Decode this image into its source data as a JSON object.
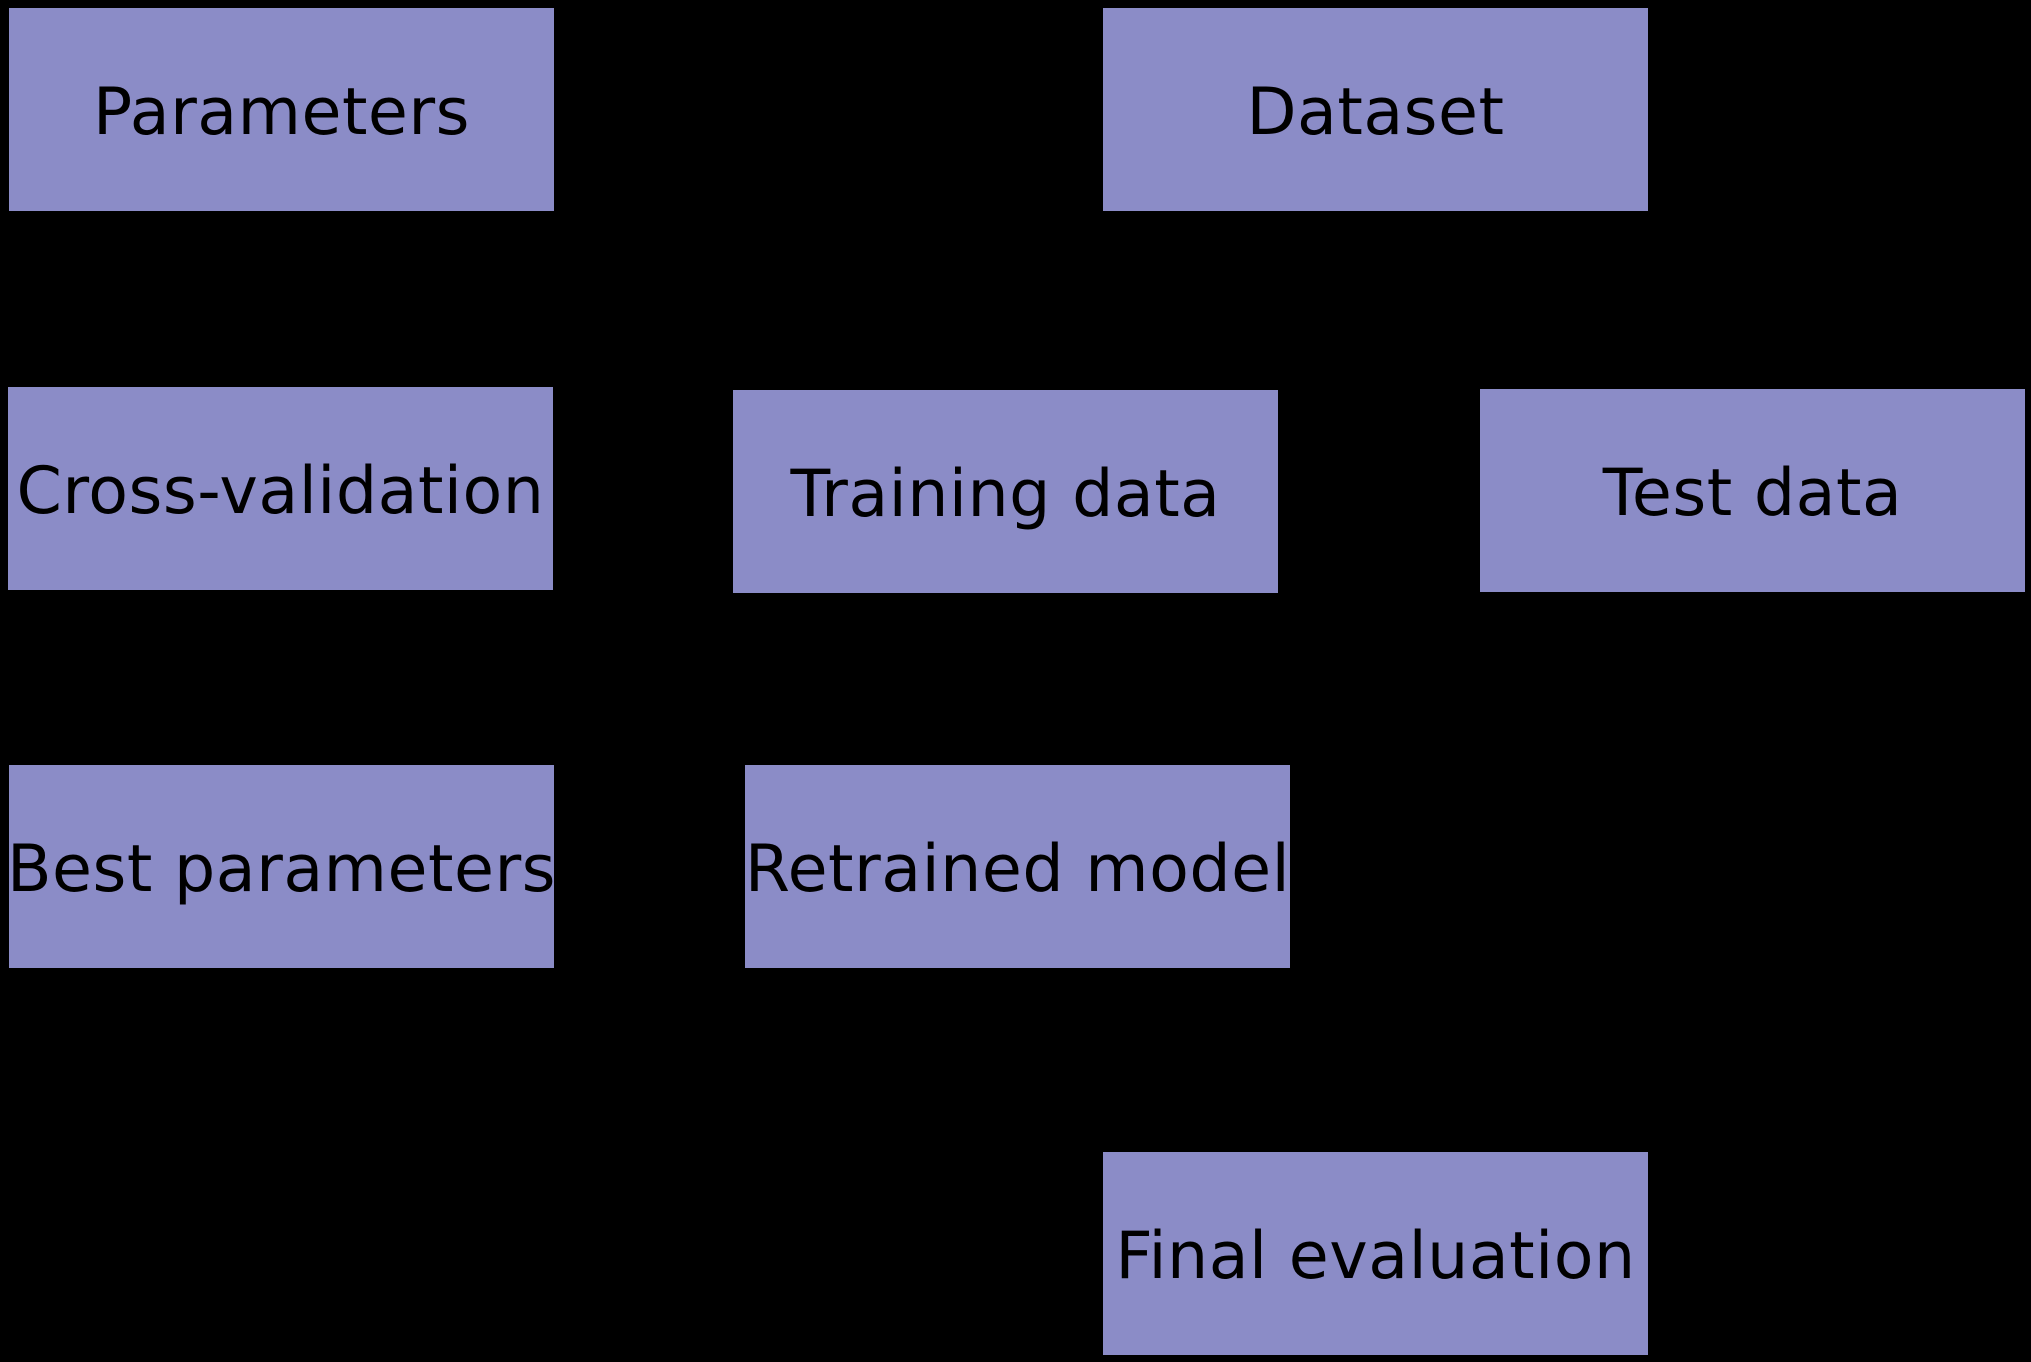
{
  "diagram": {
    "type": "flowchart",
    "description": "Machine-learning model selection workflow diagram; connector arrows are not visible against the black background",
    "colors": {
      "background": "#000000",
      "node_fill": "#8b8cc7",
      "node_text": "#000000"
    },
    "nodes": [
      {
        "id": "parameters",
        "label": "Parameters"
      },
      {
        "id": "dataset",
        "label": "Dataset"
      },
      {
        "id": "cross-validation",
        "label": "Cross-validation"
      },
      {
        "id": "training-data",
        "label": "Training data"
      },
      {
        "id": "test-data",
        "label": "Test data"
      },
      {
        "id": "best-parameters",
        "label": "Best parameters"
      },
      {
        "id": "retrained-model",
        "label": "Retrained model"
      },
      {
        "id": "final-evaluation",
        "label": "Final evaluation"
      }
    ]
  }
}
